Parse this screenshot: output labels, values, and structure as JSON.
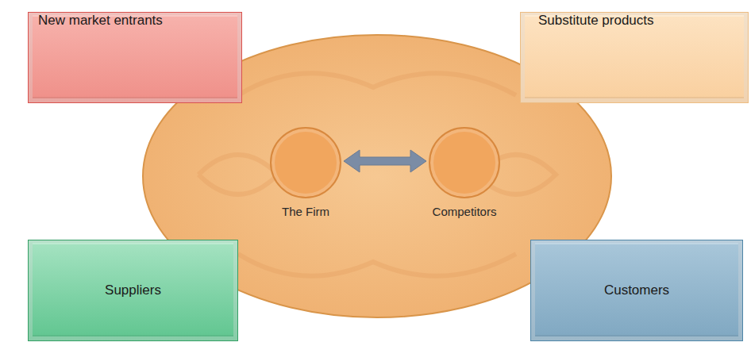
{
  "diagram": {
    "nodes": [
      {
        "text": [
          "New market entrants"
        ]
      },
      {
        "text": [
          "Substitute products"
        ]
      },
      {
        "text": [
          "The Firm"
        ]
      },
      {
        "text": [
          "Competitors"
        ]
      },
      {
        "text": [
          "Suppliers"
        ]
      },
      {
        "text": [
          "Customers"
        ]
      }
    ],
    "edges": [
      {
        "from": 2,
        "to": 3,
        "arrow": "both"
      }
    ]
  }
}
